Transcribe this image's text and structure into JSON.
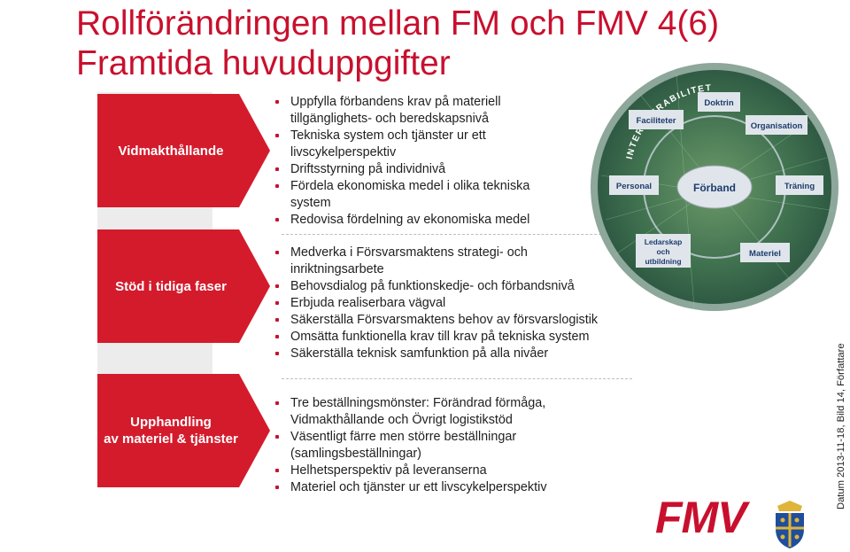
{
  "title": {
    "line1": "Rollförändringen mellan FM och FMV 4(6)",
    "line2": "Framtida huvuduppgifter"
  },
  "categories": [
    {
      "lines": [
        "Vidmakthållande"
      ]
    },
    {
      "lines": [
        "Stöd i tidiga faser"
      ]
    },
    {
      "lines": [
        "Upphandling",
        "av materiel & tjänster"
      ]
    }
  ],
  "groups": [
    {
      "bullets": [
        [
          "Uppfylla förbandens krav på materiell",
          "tillgänglighets- och beredskapsnivå"
        ],
        [
          "Tekniska system och tjänster ur ett",
          "livscykelperspektiv"
        ],
        [
          "Driftsstyrning på individnivå"
        ],
        [
          "Fördela ekonomiska medel i olika tekniska",
          "system"
        ],
        [
          "Redovisa fördelning av ekonomiska medel"
        ]
      ]
    },
    {
      "bullets": [
        [
          "Medverka i Försvarsmaktens strategi- och",
          "inriktningsarbete"
        ],
        [
          "Behovsdialog på funktionskedje- och förbandsnivå"
        ],
        [
          "Erbjuda realiserbara vägval"
        ],
        [
          "Säkerställa Försvarsmaktens behov av försvarslogistik"
        ],
        [
          "Omsätta funktionella krav till krav på tekniska system"
        ],
        [
          "Säkerställa teknisk samfunktion på alla nivåer"
        ]
      ]
    },
    {
      "bullets": [
        [
          "Tre beställningsmönster: Förändrad förmåga,",
          "Vidmakthållande och Övrigt logistikstöd"
        ],
        [
          "Väsentligt färre men större beställningar",
          "(samlingsbeställningar)"
        ],
        [
          "Helhetsperspektiv på leveranserna"
        ],
        [
          "Materiel och tjänster ur ett livscykelperspektiv"
        ]
      ]
    }
  ],
  "diagram": {
    "ring_label": "INTEROPERABILITET",
    "center": "Förband",
    "nodes": {
      "faciliteter": "Faciliteter",
      "doktrin": "Doktrin",
      "organisation": "Organisation",
      "personal": "Personal",
      "traning": "Träning",
      "ledarskap_line1": "Ledarskap",
      "ledarskap_line2": "och",
      "ledarskap_line3": "utbildning",
      "materiel": "Materiel"
    }
  },
  "footer": {
    "vertical_text": "Datum 2013-11-18, Bild 14, Författare",
    "logo_text": "FMV"
  },
  "colors": {
    "accent_red": "#c8102e",
    "chevron_red": "#d41b2c",
    "diagram_blue": "#1f3c6e",
    "diagram_green": "#3f7d4b"
  }
}
